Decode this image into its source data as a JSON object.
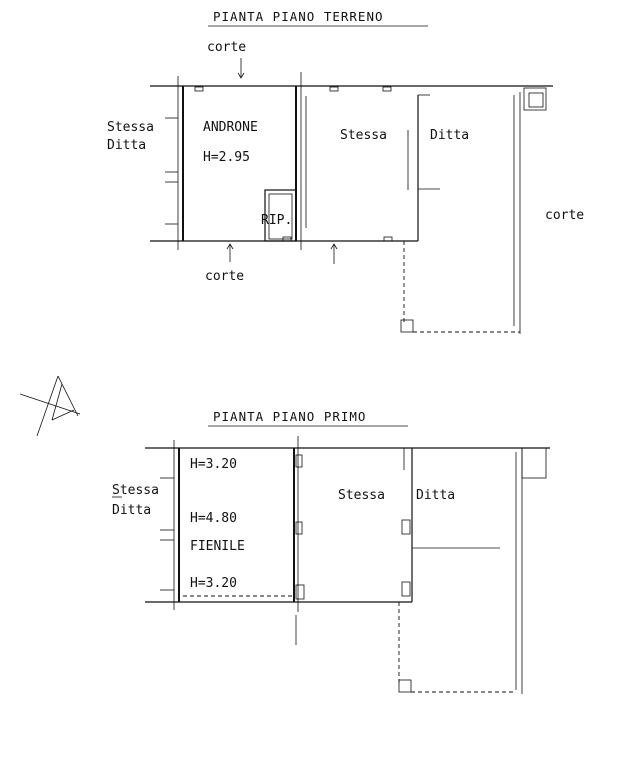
{
  "ground_floor": {
    "title": "PIANTA  PIANO  TERRENO",
    "corte_top": "corte",
    "stessa_left": "Stessa",
    "ditta_left": "Ditta",
    "androne": "ANDRONE",
    "androne_height": "H=2.95",
    "stessa_room": "Stessa",
    "ditta_room": "Ditta",
    "rip": "RIP.",
    "corte_right": "corte",
    "corte_bottom": "corte"
  },
  "first_floor": {
    "title": "PIANTA  PIANO  PRIMO",
    "stessa_left": "Stessa",
    "ditta_left": "Ditta",
    "height_top": "H=3.20",
    "height_mid": "H=4.80",
    "fienile": "FIENILE",
    "height_bottom": "H=3.20",
    "stessa_room": "Stessa",
    "ditta_room": "Ditta"
  },
  "colors": {
    "ink": "#111111",
    "paper": "#ffffff"
  }
}
